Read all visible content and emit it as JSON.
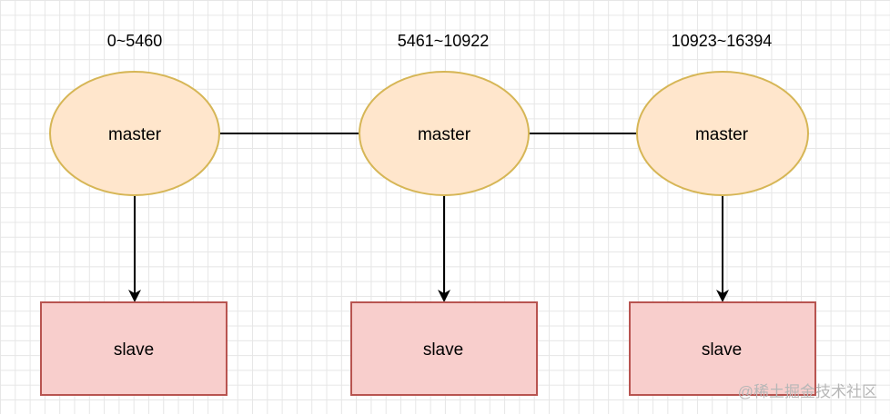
{
  "diagram": {
    "groups": [
      {
        "range": "0~5460",
        "master": "master",
        "slave": "slave"
      },
      {
        "range": "5461~10922",
        "master": "master",
        "slave": "slave"
      },
      {
        "range": "10923~16394",
        "master": "master",
        "slave": "slave"
      }
    ],
    "colors": {
      "master_fill": "#ffe6cc",
      "master_stroke": "#d6b656",
      "slave_fill": "#f8cecc",
      "slave_stroke": "#b85450",
      "line": "#000000"
    }
  },
  "watermark": "@稀土掘金技术社区"
}
